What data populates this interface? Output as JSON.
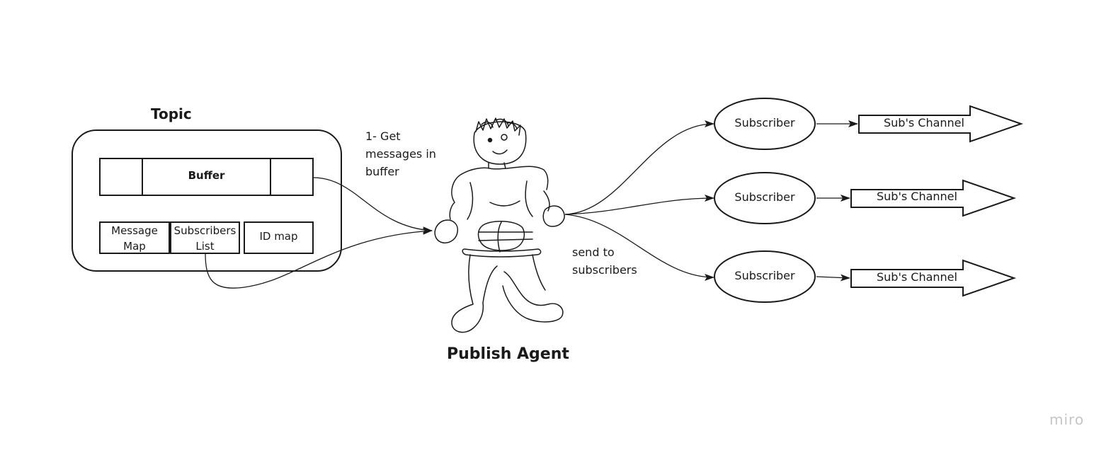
{
  "topic": {
    "title": "Topic",
    "buffer_label": "Buffer",
    "message_map": [
      "Message",
      "Map"
    ],
    "subscribers_list": [
      "Subscribers",
      "List"
    ],
    "id_map": "ID map"
  },
  "publish_agent": {
    "title": "Publish Agent",
    "get_messages": [
      "1- Get",
      "messages in",
      "buffer"
    ],
    "send_to": [
      "send to",
      "subscribers"
    ]
  },
  "subscribers": [
    {
      "label": "Subscriber",
      "channel": "Sub's Channel"
    },
    {
      "label": "Subscriber",
      "channel": "Sub's Channel"
    },
    {
      "label": "Subscriber",
      "channel": "Sub's Channel"
    }
  ],
  "watermark": "miro",
  "colors": {
    "stroke": "#1a1a1a",
    "watermark": "#c5c5c5",
    "background": "#ffffff"
  }
}
